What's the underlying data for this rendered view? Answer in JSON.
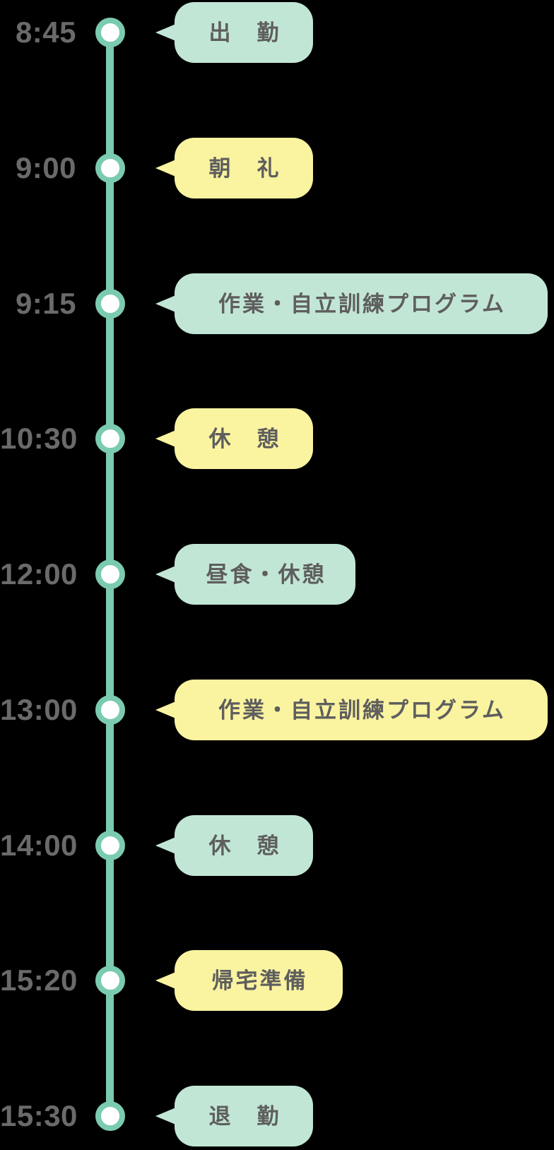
{
  "colors": {
    "background": "#000000",
    "timeline": "#7bcbb0",
    "node-fill": "#ffffff",
    "bubble-mint": "#c2e6d5",
    "bubble-yellow": "#faf3a0",
    "label-text": "#5e5e5e",
    "time-text": "#6a6a6a"
  },
  "timeline": {
    "items": [
      {
        "time": "8:45",
        "label": "出　勤",
        "bubble_color": "mint"
      },
      {
        "time": "9:00",
        "label": "朝　礼",
        "bubble_color": "yellow"
      },
      {
        "time": "9:15",
        "label": "作業・自立訓練プログラム",
        "bubble_color": "mint"
      },
      {
        "time": "10:30",
        "label": "休　憩",
        "bubble_color": "yellow"
      },
      {
        "time": "12:00",
        "label": "昼食・休憩",
        "bubble_color": "mint"
      },
      {
        "time": "13:00",
        "label": "作業・自立訓練プログラム",
        "bubble_color": "yellow"
      },
      {
        "time": "14:00",
        "label": "休　憩",
        "bubble_color": "mint"
      },
      {
        "time": "15:20",
        "label": "帰宅準備",
        "bubble_color": "yellow"
      },
      {
        "time": "15:30",
        "label": "退　勤",
        "bubble_color": "mint"
      }
    ]
  }
}
